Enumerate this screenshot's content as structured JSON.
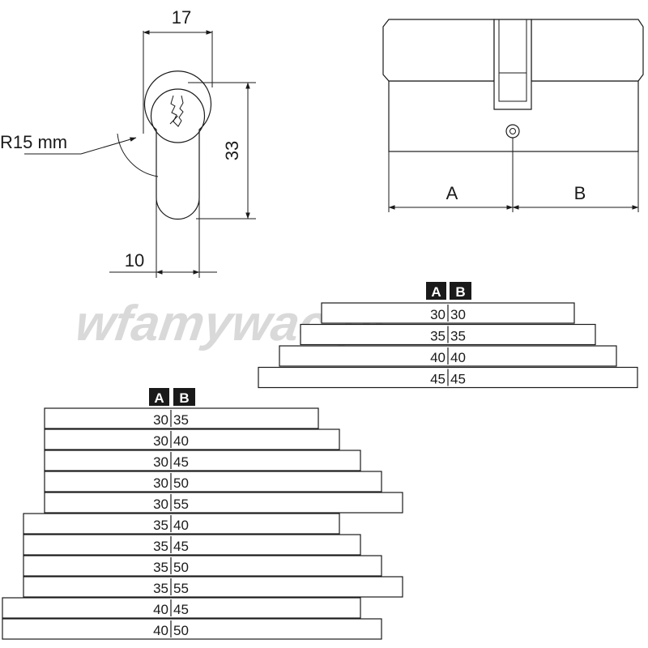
{
  "watermark": "wfamywac.pl",
  "profile_view": {
    "width_label": "17",
    "height_label": "33",
    "bottom_width_label": "10",
    "radius_label": "R15 mm"
  },
  "side_view": {
    "label_a": "A",
    "label_b": "B"
  },
  "table_small": {
    "header_a": "A",
    "header_b": "B",
    "rows": [
      {
        "a": "30",
        "b": "30"
      },
      {
        "a": "35",
        "b": "35"
      },
      {
        "a": "40",
        "b": "40"
      },
      {
        "a": "45",
        "b": "45"
      }
    ]
  },
  "table_large": {
    "header_a": "A",
    "header_b": "B",
    "rows": [
      {
        "a": "30",
        "b": "35"
      },
      {
        "a": "30",
        "b": "40"
      },
      {
        "a": "30",
        "b": "45"
      },
      {
        "a": "30",
        "b": "50"
      },
      {
        "a": "30",
        "b": "55"
      },
      {
        "a": "35",
        "b": "40"
      },
      {
        "a": "35",
        "b": "45"
      },
      {
        "a": "35",
        "b": "50"
      },
      {
        "a": "35",
        "b": "55"
      },
      {
        "a": "40",
        "b": "45"
      },
      {
        "a": "40",
        "b": "50"
      }
    ]
  },
  "colors": {
    "line": "#1a1a1a",
    "header_bg": "#1a1a1a",
    "watermark": "#d9d9d9"
  }
}
